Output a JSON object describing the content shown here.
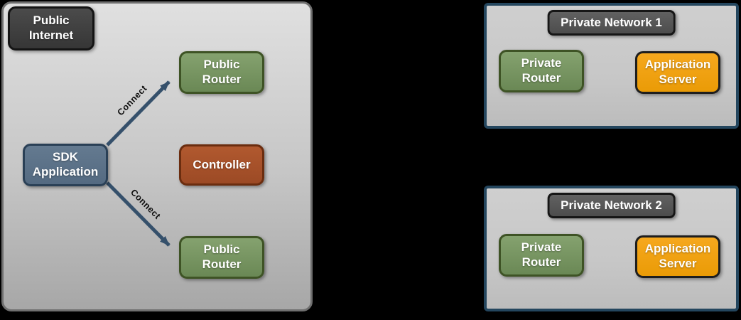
{
  "colors": {
    "background": "#000000",
    "zone_fill_top": "#e0e0e0",
    "zone_fill_bottom": "#a7a7a7",
    "zone_border": "#6f6f6f",
    "network_fill": "#c7c7c7",
    "network_border": "#24465e",
    "dark_node_fill": "#3f3f3f",
    "green_node_fill": "#78955f",
    "blue_node_fill": "#5d7389",
    "rust_node_fill": "#a8512b",
    "orange_node_fill": "#f0a112",
    "arrow": "#35506b",
    "node_text": "#ffffff",
    "edge_label_text": "#0d0d0d"
  },
  "zone": {
    "nodes": {
      "public_internet": "Public\nInternet",
      "public_router_top": "Public\nRouter",
      "sdk_application": "SDK\nApplication",
      "controller": "Controller",
      "public_router_bottom": "Public\nRouter"
    },
    "edges": {
      "connect_top": "Connect",
      "connect_bottom": "Connect"
    }
  },
  "private_network_1": {
    "title": "Private Network 1",
    "nodes": {
      "private_router": "Private\nRouter",
      "application_server": "Application\nServer"
    }
  },
  "private_network_2": {
    "title": "Private Network 2",
    "nodes": {
      "private_router": "Private\nRouter",
      "application_server": "Application\nServer"
    }
  }
}
